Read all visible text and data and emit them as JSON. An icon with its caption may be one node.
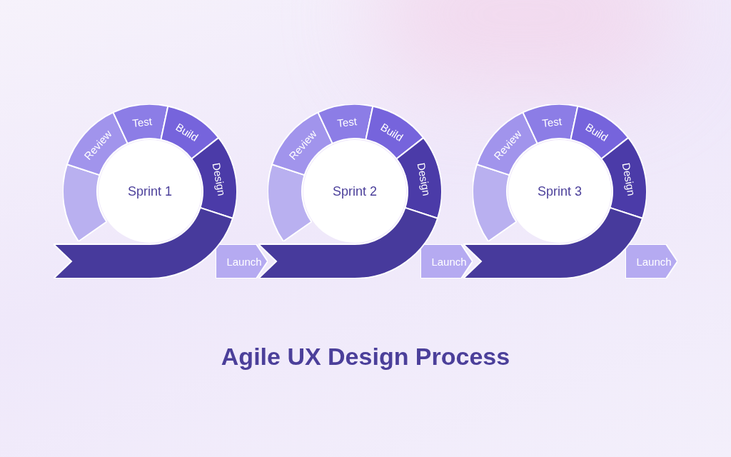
{
  "diagram": {
    "title": "Agile UX Design Process",
    "nodes": [
      {
        "text": [
          "Sprint 1"
        ]
      },
      {
        "text": [],
        "shape": "arc"
      },
      {
        "text": [
          "Review"
        ]
      },
      {
        "text": [
          "Test"
        ]
      },
      {
        "text": [
          "Build"
        ]
      },
      {
        "text": [
          "Design"
        ]
      },
      {
        "text": [],
        "shape": "arrow"
      },
      {
        "text": [
          "Launch"
        ]
      },
      {
        "text": [
          "Sprint 2"
        ]
      },
      {
        "text": [],
        "shape": "arc"
      },
      {
        "text": [
          "Review"
        ]
      },
      {
        "text": [
          "Test"
        ]
      },
      {
        "text": [
          "Build"
        ]
      },
      {
        "text": [
          "Design"
        ]
      },
      {
        "text": [],
        "shape": "arrow"
      },
      {
        "text": [
          "Launch"
        ]
      },
      {
        "text": [
          "Sprint 3"
        ]
      },
      {
        "text": [],
        "shape": "arc"
      },
      {
        "text": [
          "Review"
        ]
      },
      {
        "text": [
          "Test"
        ]
      },
      {
        "text": [
          "Build"
        ]
      },
      {
        "text": [
          "Design"
        ]
      },
      {
        "text": [],
        "shape": "arrow"
      },
      {
        "text": [
          "Launch"
        ]
      }
    ],
    "edges": []
  }
}
